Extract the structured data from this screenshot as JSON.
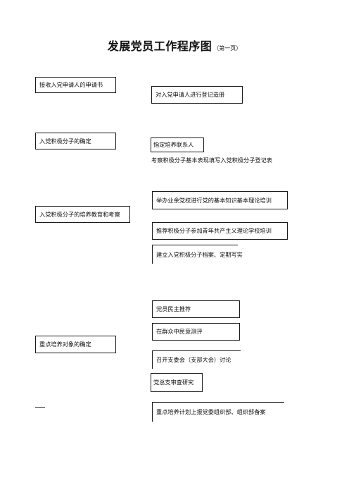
{
  "title": {
    "main": "发展党员工作程序图",
    "sub": "（第一页）"
  },
  "stages": {
    "s1": "接收入党申请人的申请书",
    "s2": "入党积极分子的确定",
    "s3": "入党积极分子的培养教育和考察",
    "s4": "重点培养对象的确定"
  },
  "steps": {
    "register": "对入党申请人进行登记造册",
    "contact": "指定培养联系人",
    "form": "考察积极分子基本表现填写入党积极分子登记表",
    "training": "举办业余党校进行党的基本知识基本理论培训",
    "theory": "推荐积极分子参加青年共产主义理论学校培训",
    "archive": "建立入党积极分子档案、定期写实",
    "recommend": "党员民主推荐",
    "survey": "在群众中民意测评",
    "meeting": "召开支委会（支部大会）讨论",
    "review": "党总支审查研究",
    "report": "重点培养计划上报党委组织部、组织部备案"
  },
  "marker": "—"
}
